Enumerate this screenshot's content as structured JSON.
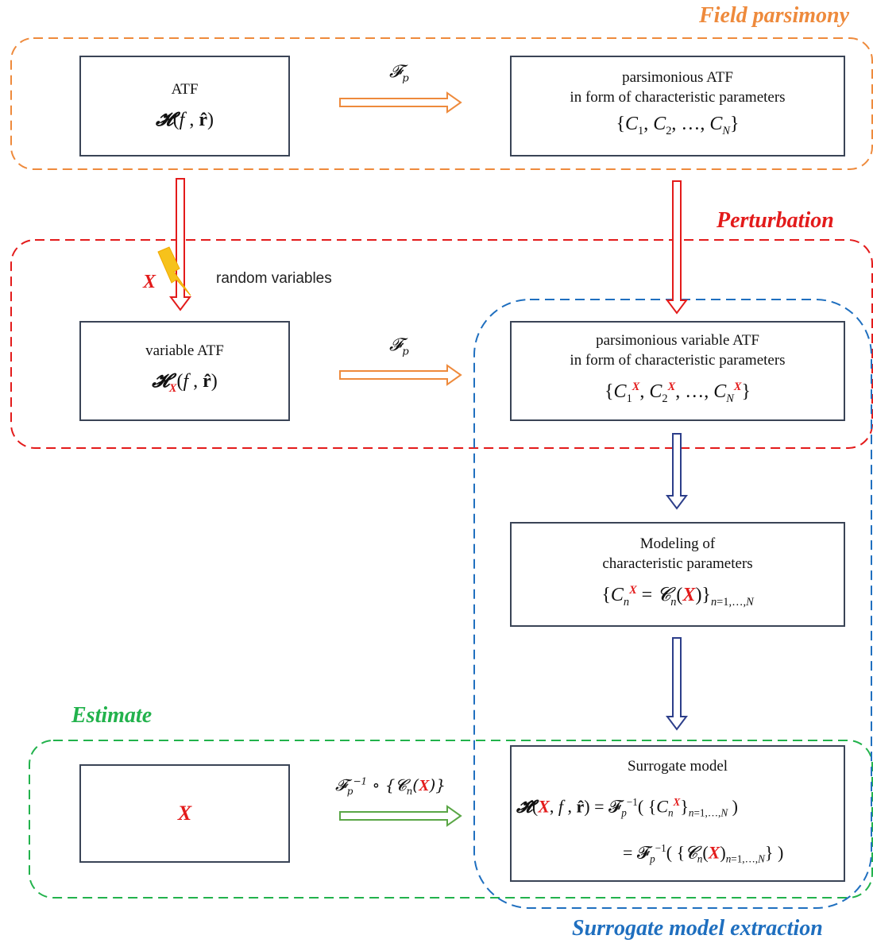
{
  "regions": {
    "field_parsimony": {
      "label": "Field parsimony",
      "color": "#ee8a3c"
    },
    "perturbation": {
      "label": "Perturbation",
      "color": "#e31b1b"
    },
    "estimate": {
      "label": "Estimate",
      "color": "#22b24c"
    },
    "surrogate_extraction": {
      "label": "Surrogate model extraction",
      "color": "#1f6fbf"
    }
  },
  "boxes": {
    "atf": {
      "label": "ATF"
    },
    "parsimonious_atf": {
      "line1": "parsimonious ATF",
      "line2": "in form of characteristic parameters"
    },
    "variable_atf": {
      "label": "variable ATF"
    },
    "parsimonious_variable_atf": {
      "line1": "parsimonious variable ATF",
      "line2": "in form of characteristic parameters"
    },
    "modeling": {
      "line1": "Modeling of",
      "line2": "characteristic parameters"
    },
    "x_box": {
      "label": "X"
    },
    "surrogate": {
      "label": "Surrogate model"
    }
  },
  "annotations": {
    "random_variables": "random variables",
    "random_x": "X"
  },
  "icons": {
    "lightning": "lightning-bolt-icon"
  },
  "colors": {
    "box_border": "#3a4456",
    "down_arrow_blue": "#2c3e8a",
    "highlight_red": "#e31b1b"
  }
}
